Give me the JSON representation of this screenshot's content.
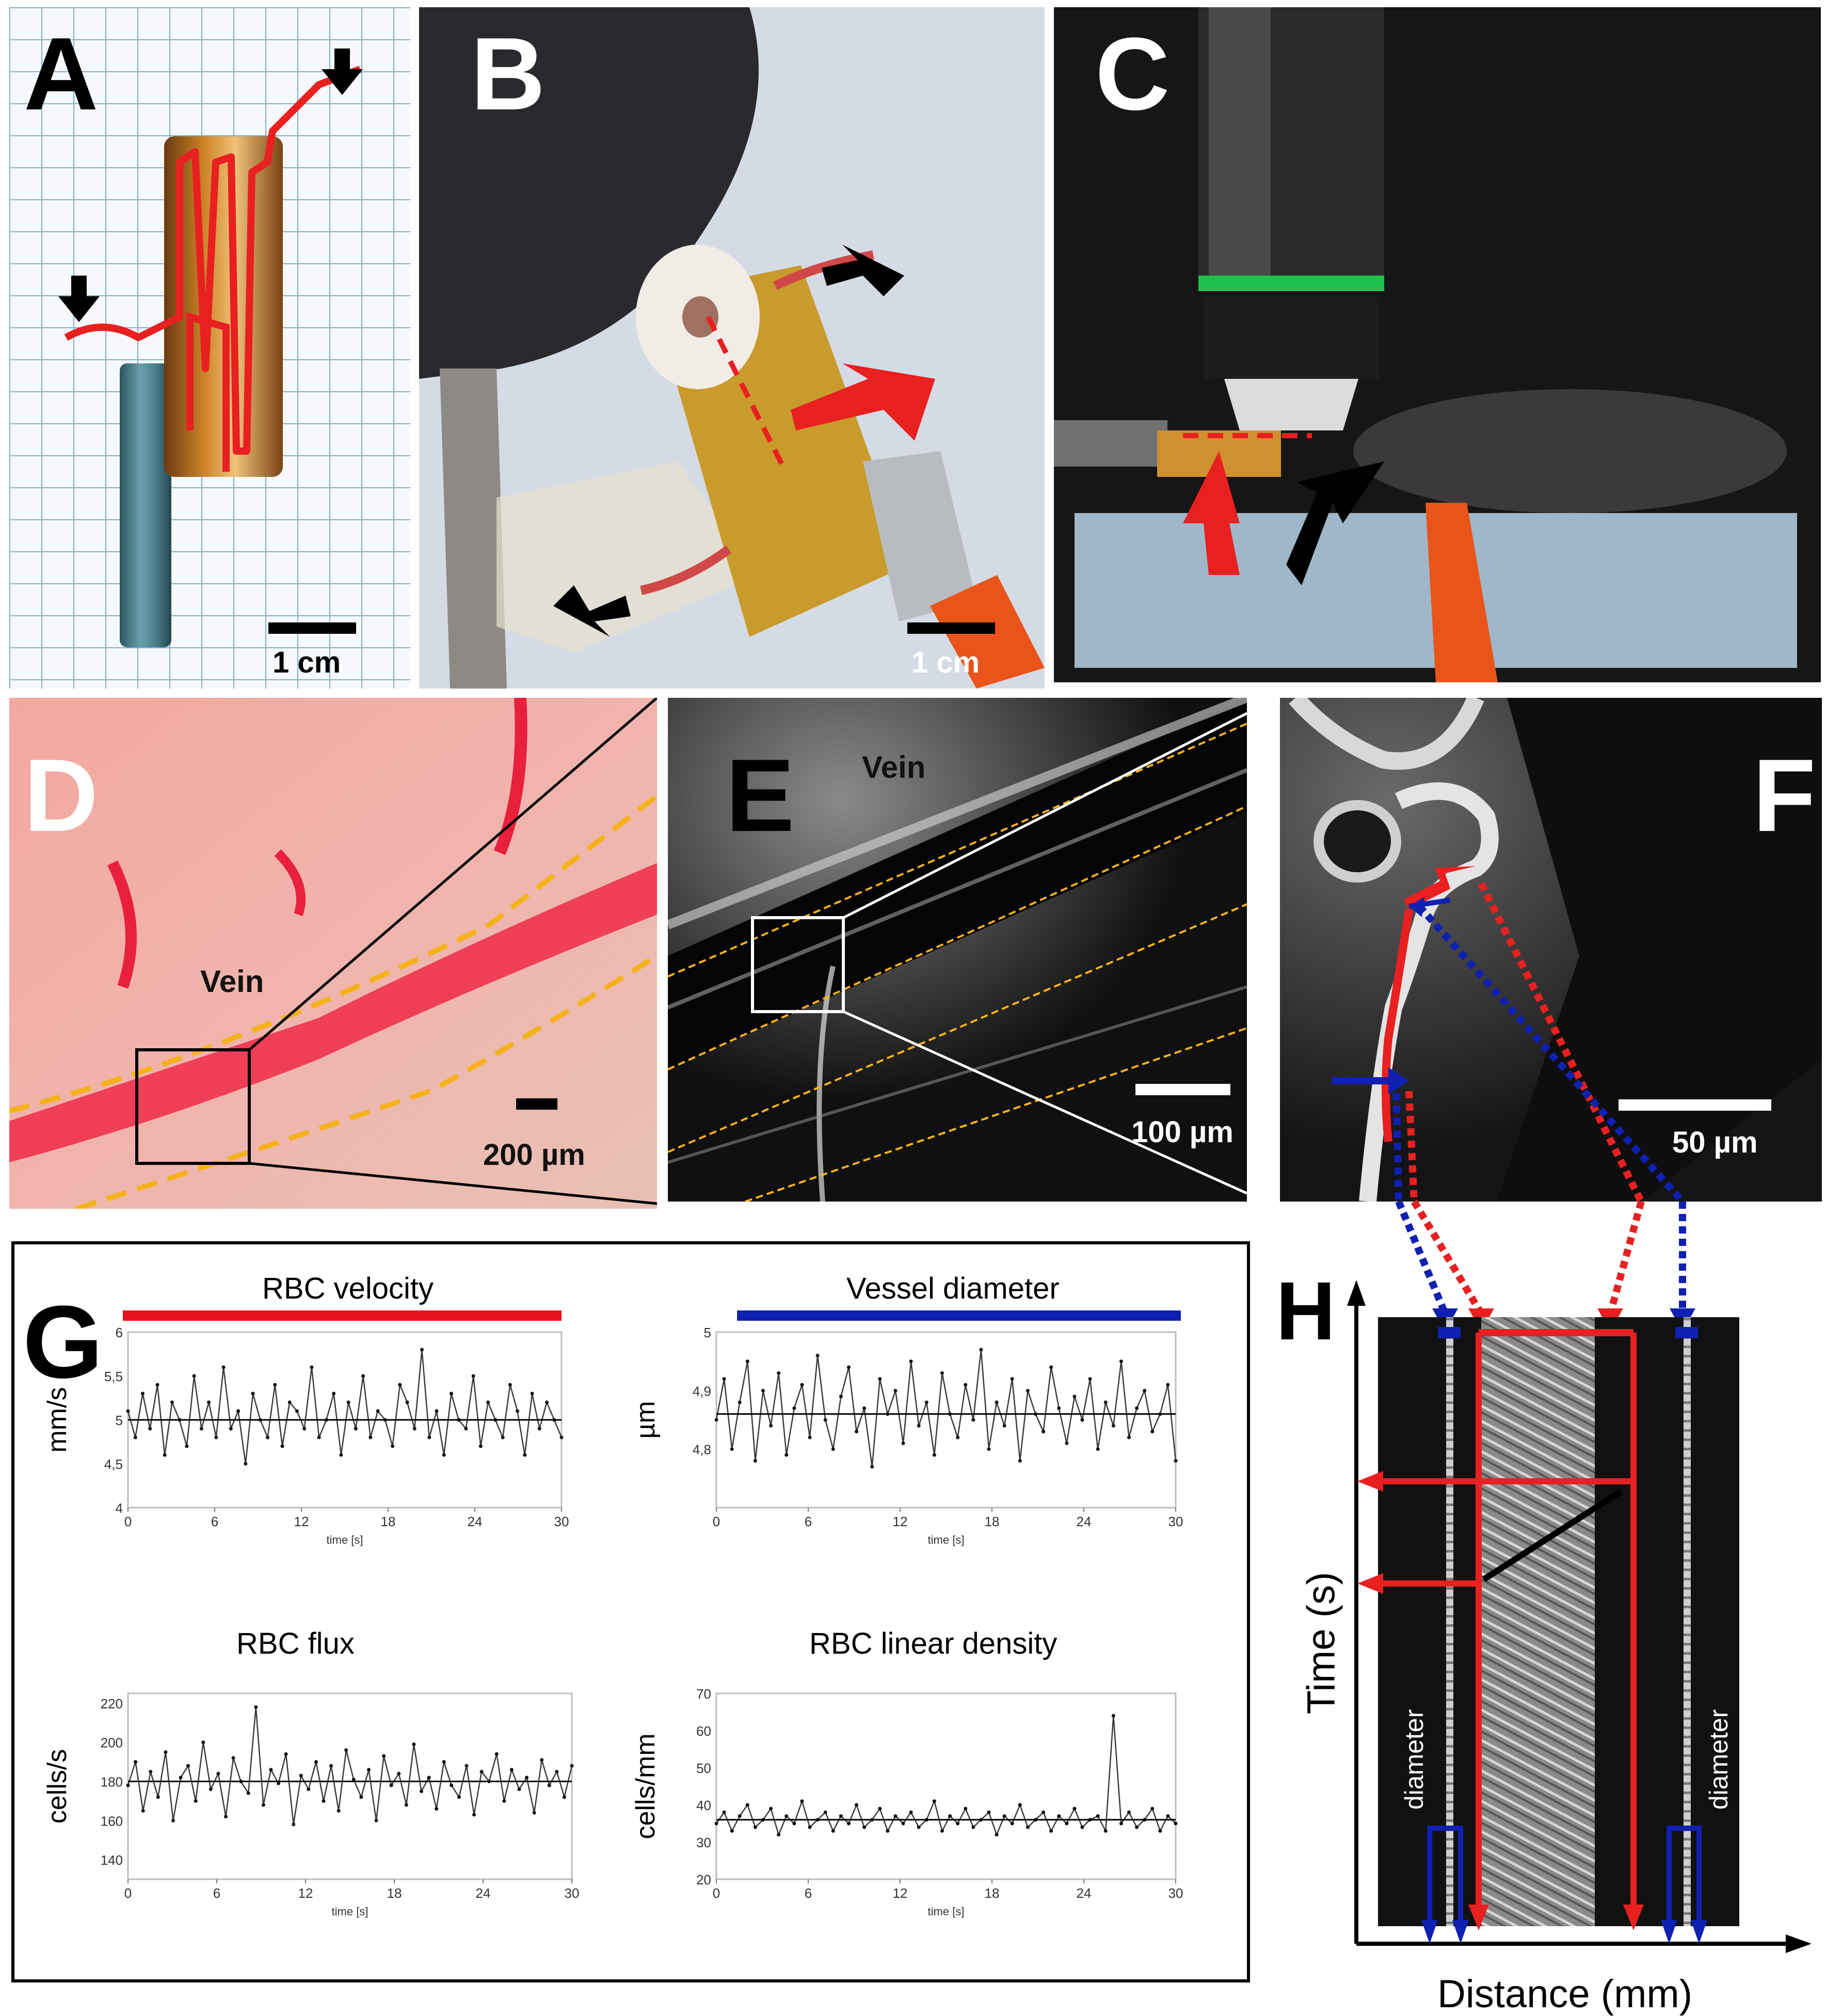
{
  "panels": {
    "A": {
      "label": "A",
      "scale": "1 cm"
    },
    "B": {
      "label": "B",
      "scale": "1 cm"
    },
    "C": {
      "label": "C"
    },
    "D": {
      "label": "D",
      "vein": "Vein",
      "scale": "200 µm"
    },
    "E": {
      "label": "E",
      "vein": "Vein",
      "scale": "100 µm"
    },
    "F": {
      "label": "F",
      "scale": "50 µm"
    },
    "G": {
      "label": "G"
    },
    "H": {
      "label": "H",
      "ylabel": "Time (s)",
      "xlabel": "Distance (mm)",
      "left_text": "diameter",
      "right_text": "diameter"
    }
  },
  "colors": {
    "velocity": "#e8141b",
    "diameter": "#1020b0",
    "vessel_outline": "#f5b21a"
  },
  "chart_data": [
    {
      "type": "line",
      "title": "RBC velocity",
      "ylabel": "mm/s",
      "xlabel": "time [s]",
      "xlim": [
        0,
        30
      ],
      "ylim": [
        4,
        6
      ],
      "xticks": [
        "0",
        "6",
        "12",
        "18",
        "24",
        "30"
      ],
      "yticks": [
        "4",
        "4,5",
        "5",
        "5,5",
        "6"
      ],
      "mean": 5.0,
      "values": [
        5.1,
        4.8,
        5.3,
        4.9,
        5.4,
        4.6,
        5.2,
        5.0,
        4.7,
        5.5,
        4.9,
        5.2,
        4.8,
        5.6,
        4.9,
        5.1,
        4.5,
        5.3,
        5.0,
        4.8,
        5.4,
        4.7,
        5.2,
        5.1,
        4.9,
        5.6,
        4.8,
        5.0,
        5.3,
        4.6,
        5.2,
        4.9,
        5.5,
        4.8,
        5.1,
        5.0,
        4.7,
        5.4,
        5.2,
        4.9,
        5.8,
        4.8,
        5.1,
        4.6,
        5.3,
        5.0,
        4.9,
        5.5,
        4.7,
        5.2,
        5.0,
        4.8,
        5.4,
        5.1,
        4.6,
        5.3,
        4.9,
        5.2,
        5.0,
        4.8
      ]
    },
    {
      "type": "line",
      "title": "Vessel diameter",
      "ylabel": "µm",
      "xlabel": "time [s]",
      "xlim": [
        0,
        30
      ],
      "ylim": [
        4.7,
        5.0
      ],
      "xticks": [
        "0",
        "6",
        "12",
        "18",
        "24",
        "30"
      ],
      "yticks": [
        "4,8",
        "4,9",
        "5"
      ],
      "mean": 4.86,
      "values": [
        4.85,
        4.92,
        4.8,
        4.88,
        4.95,
        4.78,
        4.9,
        4.84,
        4.93,
        4.79,
        4.87,
        4.91,
        4.82,
        4.96,
        4.85,
        4.8,
        4.89,
        4.94,
        4.83,
        4.87,
        4.77,
        4.92,
        4.86,
        4.9,
        4.81,
        4.95,
        4.84,
        4.88,
        4.79,
        4.93,
        4.86,
        4.82,
        4.91,
        4.85,
        4.97,
        4.8,
        4.88,
        4.84,
        4.92,
        4.78,
        4.9,
        4.86,
        4.83,
        4.94,
        4.87,
        4.81,
        4.89,
        4.85,
        4.92,
        4.8,
        4.88,
        4.84,
        4.95,
        4.82,
        4.87,
        4.9,
        4.83,
        4.86,
        4.91,
        4.78
      ]
    },
    {
      "type": "line",
      "title": "RBC flux",
      "ylabel": "cells/s",
      "xlabel": "time [s]",
      "xlim": [
        0,
        30
      ],
      "ylim": [
        130,
        225
      ],
      "xticks": [
        "0",
        "6",
        "12",
        "18",
        "24",
        "30"
      ],
      "yticks": [
        "140",
        "160",
        "180",
        "200",
        "220"
      ],
      "mean": 180,
      "values": [
        178,
        190,
        165,
        185,
        172,
        195,
        160,
        182,
        188,
        170,
        200,
        176,
        184,
        162,
        192,
        180,
        174,
        218,
        168,
        186,
        179,
        194,
        158,
        183,
        176,
        190,
        170,
        188,
        165,
        196,
        181,
        172,
        186,
        160,
        193,
        178,
        184,
        168,
        199,
        175,
        182,
        166,
        190,
        178,
        172,
        188,
        163,
        185,
        180,
        194,
        170,
        186,
        176,
        182,
        164,
        191,
        178,
        185,
        172,
        188
      ]
    },
    {
      "type": "line",
      "title": "RBC linear density",
      "ylabel": "cells/mm",
      "xlabel": "time [s]",
      "xlim": [
        0,
        30
      ],
      "ylim": [
        20,
        70
      ],
      "xticks": [
        "0",
        "6",
        "12",
        "18",
        "24",
        "30"
      ],
      "yticks": [
        "20",
        "30",
        "40",
        "50",
        "60",
        "70"
      ],
      "mean": 36,
      "values": [
        35,
        38,
        33,
        37,
        40,
        34,
        36,
        39,
        32,
        37,
        35,
        41,
        34,
        36,
        38,
        33,
        37,
        35,
        40,
        34,
        36,
        39,
        33,
        37,
        35,
        38,
        34,
        36,
        41,
        33,
        37,
        35,
        39,
        34,
        36,
        38,
        32,
        37,
        35,
        40,
        34,
        36,
        38,
        33,
        37,
        35,
        39,
        34,
        36,
        37,
        33,
        64,
        35,
        38,
        34,
        36,
        39,
        33,
        37,
        35
      ]
    }
  ]
}
